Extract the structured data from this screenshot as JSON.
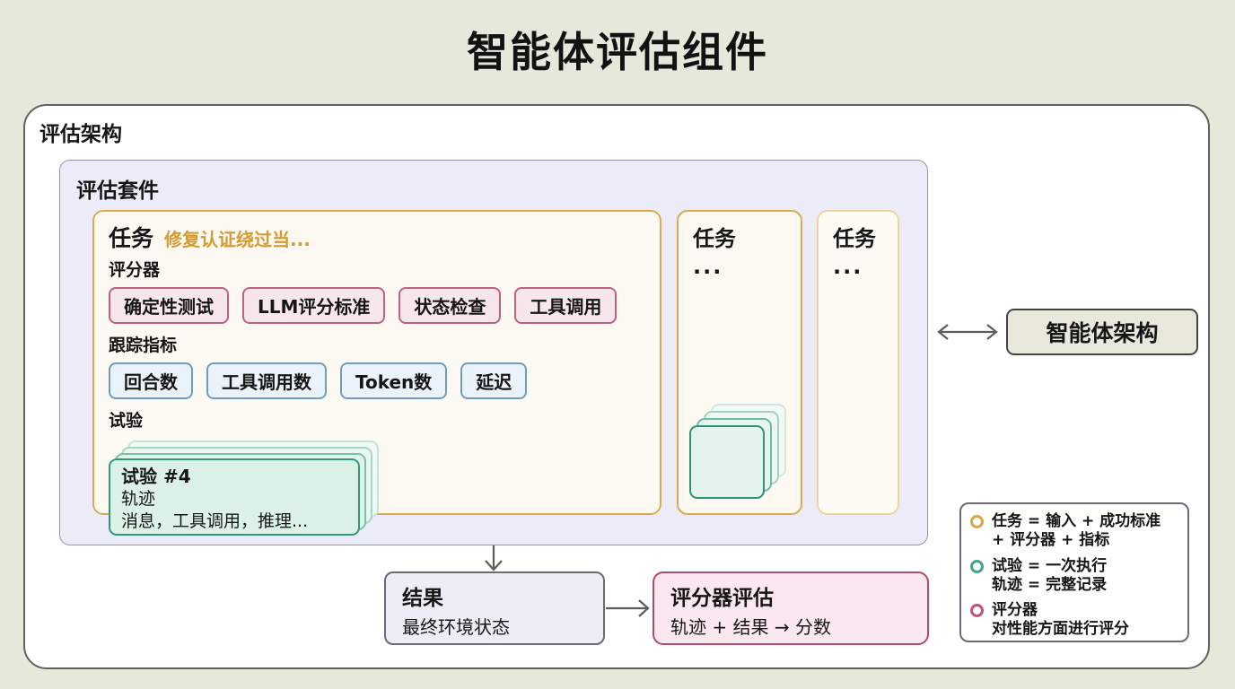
{
  "title": "智能体评估组件",
  "architecture": {
    "label": "评估架构"
  },
  "suite": {
    "label": "评估套件",
    "main_task": {
      "title": "任务",
      "description": "修复认证绕过当...",
      "graders_label": "评分器",
      "graders": [
        "确定性测试",
        "LLM评分标准",
        "状态检查",
        "工具调用"
      ],
      "metrics_label": "跟踪指标",
      "metrics": [
        "回合数",
        "工具调用数",
        "Token数",
        "延迟"
      ],
      "trials_label": "试验",
      "trial_card": {
        "title": "试验 #4",
        "line2": "轨迹",
        "line3": "消息，工具调用，推理..."
      }
    },
    "task2": {
      "title": "任务",
      "ellipsis": "..."
    },
    "task3": {
      "title": "任务",
      "ellipsis": "..."
    }
  },
  "agent_architecture": {
    "label": "智能体架构"
  },
  "results": {
    "title": "结果",
    "subtitle": "最终环境状态"
  },
  "grader_eval": {
    "title": "评分器评估",
    "subtitle": "轨迹 + 结果 → 分数"
  },
  "legend": {
    "items": [
      {
        "color": "#d9a648",
        "line1": "任务 = 输入 + 成功标准",
        "line2": "+ 评分器 + 指标"
      },
      {
        "color": "#3fa489",
        "line1": "试验 = 一次执行",
        "line2": "轨迹 = 完整记录"
      },
      {
        "color": "#c2527d",
        "line1": "评分器",
        "line2": "对性能方面进行评分"
      }
    ]
  },
  "colors": {
    "page_background": "#e7e8dc",
    "suite_fill": "#ececf8",
    "task_border": "#dcaa50",
    "task_fill": "#fbf9f1",
    "grader_chip_fill": "#f8e6ed",
    "grader_chip_border": "#c2607f",
    "metric_chip_fill": "#eaf2fa",
    "metric_chip_border": "#6f9dc2",
    "trial_fill": "#dcf2e7",
    "trial_border": "#30997c",
    "agent_box_fill": "#e8e8dc",
    "results_fill": "#ededf8",
    "grader_eval_fill": "#fbe7ef",
    "grader_eval_border": "#b3496b",
    "arrow": "#5c5c5c"
  }
}
